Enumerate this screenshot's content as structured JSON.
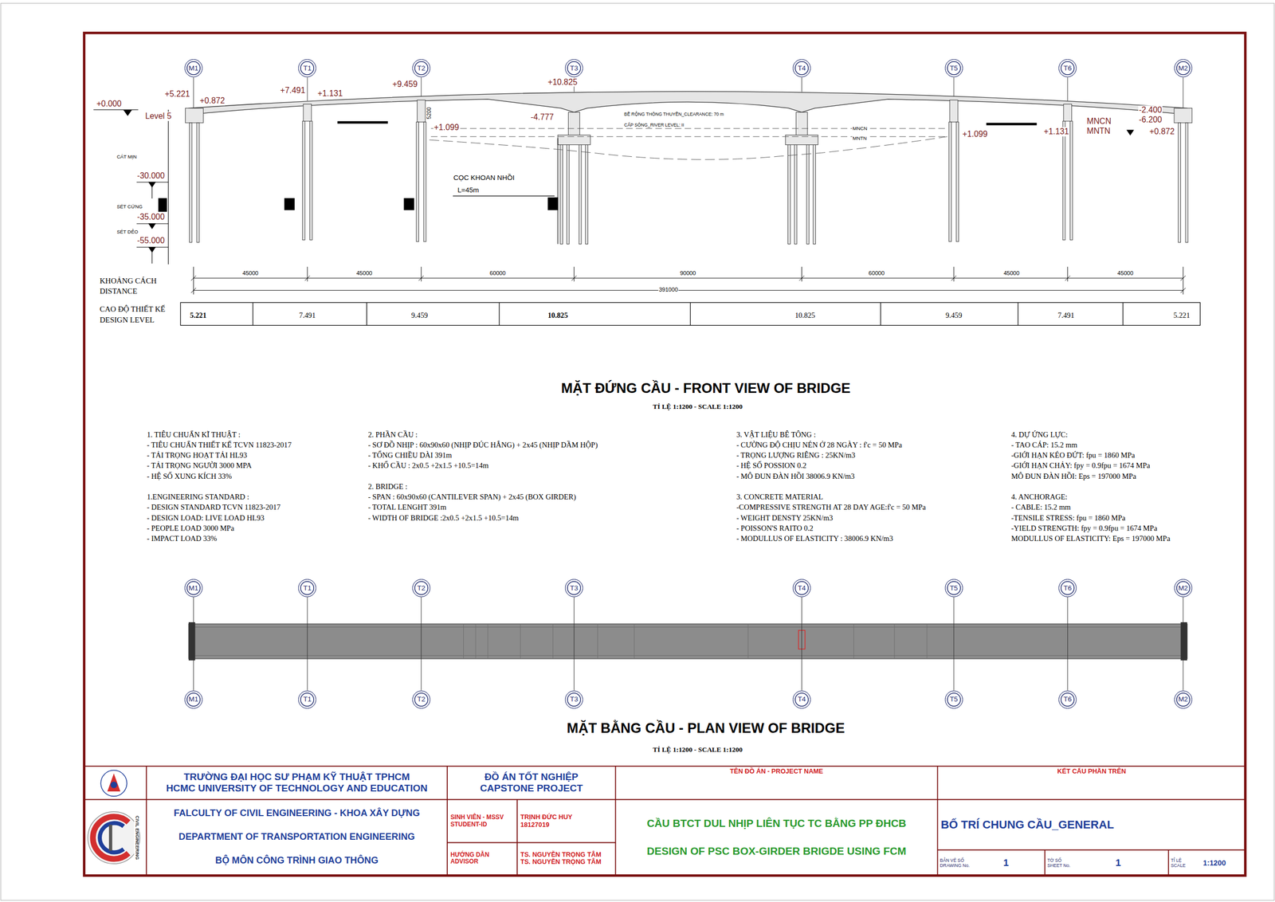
{
  "diagram": {
    "nodes": [
      {
        "text": [
          "M1"
        ]
      },
      {
        "text": [
          "T1"
        ]
      },
      {
        "text": [
          "T2"
        ]
      },
      {
        "text": [
          "T3"
        ]
      },
      {
        "text": [
          "T4"
        ]
      },
      {
        "text": [
          "T5"
        ]
      },
      {
        "text": [
          "T6"
        ]
      },
      {
        "text": [
          "M2"
        ]
      },
      {
        "text": [
          "M1"
        ]
      },
      {
        "text": [
          "T1"
        ]
      },
      {
        "text": [
          "T2"
        ]
      },
      {
        "text": [
          "T3"
        ]
      },
      {
        "text": [
          "T4"
        ]
      },
      {
        "text": [
          "T5"
        ]
      },
      {
        "text": [
          "T6"
        ]
      },
      {
        "text": [
          "M2"
        ]
      },
      {
        "text": [
          "M1"
        ]
      },
      {
        "text": [
          "T1"
        ]
      },
      {
        "text": [
          "T2"
        ]
      },
      {
        "text": [
          "T3"
        ]
      },
      {
        "text": [
          "T4"
        ]
      },
      {
        "text": [
          "T5"
        ]
      },
      {
        "text": [
          "T6"
        ]
      },
      {
        "text": [
          "M2"
        ]
      },
      {
        "text": [
          "TRƯỜNG ĐẠI HỌC SƯ PHẠM KỸ THUẬT TPHCM",
          "HCMC UNIVERSITY OF TECHNOLOGY AND EDUCATION"
        ]
      },
      {
        "text": [
          "ĐỒ ÁN TỐT NGHIỆP",
          "CAPSTONE PROJECT"
        ]
      },
      {
        "text": [
          "TÊN ĐỒ ÁN - PROJECT NAME"
        ]
      },
      {
        "text": [
          "KẾT CẤU PHẦN TRÊN"
        ]
      },
      {
        "text": [
          "FALCULTY OF CIVIL ENGINEERING - KHOA XÂY DỰNG",
          "DEPARTMENT OF TRANSPORTATION ENGINEERING",
          "BỘ MÔN CÔNG TRÌNH GIAO THÔNG"
        ]
      },
      {
        "text": [
          "SINH VIÊN - MSSV",
          "STUDENT-ID"
        ]
      },
      {
        "text": [
          "TRỊNH ĐỨC HUY",
          "18127019"
        ]
      },
      {
        "text": [
          "HƯỚNG DẪN",
          "ADVISOR"
        ]
      },
      {
        "text": [
          "TS. NGUYỄN TRỌNG TÂM",
          "TS. NGUYỄN TRỌNG TÂM"
        ]
      },
      {
        "text": [
          "CẦU BTCT DUL NHỊP LIÊN TỤC TC BẰNG PP ĐHCB",
          "DESIGN OF PSC BOX-GIRDER BRIGDE USING FCM"
        ]
      },
      {
        "text": [
          "BỐ TRÍ CHUNG CẦU_GENERAL"
        ]
      },
      {
        "text": [
          "BẢN VẼ SỐ",
          "DRAWING No.",
          "1"
        ]
      },
      {
        "text": [
          "TỜ SỐ",
          "SHEET No.",
          "1"
        ]
      },
      {
        "text": [
          "TỈ LỆ",
          "SCALE",
          "1:1200"
        ]
      }
    ],
    "edges": [
      {
        "from": 8,
        "to": 16,
        "arrow": "none"
      },
      {
        "from": 9,
        "to": 17,
        "arrow": "none"
      },
      {
        "from": 10,
        "to": 18,
        "arrow": "none"
      },
      {
        "from": 11,
        "to": 19,
        "arrow": "none"
      },
      {
        "from": 12,
        "to": 20,
        "arrow": "none"
      },
      {
        "from": 13,
        "to": 21,
        "arrow": "none"
      },
      {
        "from": 14,
        "to": 22,
        "arrow": "none"
      },
      {
        "from": 15,
        "to": 23,
        "arrow": "none"
      }
    ],
    "labels": [
      "+0.000",
      "Level 5",
      "+5.221",
      "+0.872",
      "+7.491",
      "+1.131",
      "+9.459",
      "5200",
      "+1.099",
      "+10.825",
      "-4.777",
      "BỀ RỘNG THÔNG THUYỀN_CLEARANCE: 70 m",
      "CẤP SÔNG_RIVER LEVEL: II",
      "MNCN",
      "MNTN",
      "+1.099",
      "+1.131",
      "MNCN",
      "MNTN",
      "-2.400",
      "-6.200",
      "+0.872",
      "CÁT MỊN",
      "-30.000",
      "SÉT CỨNG",
      "-35.000",
      "SÉT DẺO",
      "-55.000",
      "CỌC KHOAN NHỒI",
      "L=45m",
      "KHOẢNG CÁCH",
      "DISTANCE",
      "45000",
      "45000",
      "60000",
      "90000",
      "60000",
      "45000",
      "45000",
      "391000",
      "CAO ĐỘ THIẾT KẾ",
      "DESIGN LEVEL",
      "5.221",
      "7.491",
      "9.459",
      "10.825",
      "10.825",
      "9.459",
      "7.491",
      "5.221",
      "MẶT ĐỨNG CẦU - FRONT VIEW OF BRIDGE",
      "TỈ LỆ 1:1200 - SCALE 1:1200",
      "1. TIÊU CHUẨN KĨ THUẬT :",
      "- TIÊU CHUẨN THIẾT KẾ TCVN 11823-2017",
      "- TẢI TRỌNG HOẠT TẢI HL93",
      "- TẢI TRỌNG NGƯỜI 3000 MPA",
      "- HỆ SỐ XUNG KÍCH 33%",
      "1.ENGINEERING STANDARD :",
      "- DESIGN STANDARD TCVN 11823-2017",
      "- DESIGN LOAD: LIVE LOAD HL93",
      "- PEOPLE LOAD 3000 MPa",
      "- IMPACT LOAD 33%",
      "2. PHẦN CẦU :",
      "- SƠ ĐỒ NHỊP : 60x90x60 (NHỊP ĐÚC HẪNG) + 2x45 (NHỊP DẦM HỘP)",
      "- TỔNG CHIỀU DÀI 391m",
      "- KHỔ CẦU : 2x0.5 +2x1.5 +10.5=14m",
      "2. BRIDGE :",
      "- SPAN : 60x90x60 (CANTILEVER SPAN) + 2x45 (BOX GIRDER)",
      "- TOTAL LENGHT 391m",
      "- WIDTH OF BRIDGE :2x0.5 +2x1.5 +10.5=14m",
      "3. VẬT LIỆU BÊ TÔNG :",
      "- CƯỜNG ĐỘ CHỊU NÉN Ở 28 NGÀY : f'c = 50 MPa",
      "- TRỌNG LƯỢNG RIÊNG : 25KN/m3",
      "- HỆ SỐ POSSION 0.2",
      "- MÔ ĐUN ĐÀN HỒI 38006.9 KN/m3",
      "3. CONCRETE MATERIAL",
      "-COMPRESSIVE STRENGTH AT 28 DAY AGE:f'c = 50 MPa",
      "- WEIGHT DENSTY 25KN/m3",
      "- POISSON'S RAITO 0.2",
      "- MODULLUS OF ELASTICITY : 38006.9 KN/m3",
      "4. DỰ ỨNG LỰC:",
      "- TAO CÁP: 15.2 mm",
      "-GIỚI HẠN KÉO ĐỨT: fpu = 1860 MPa",
      "-GIỚI HẠN CHẢY: fpy = 0.9fpu = 1674 MPa",
      "MÔ ĐUN ĐÀN HỒI: Eps = 197000 MPa",
      "4. ANCHORAGE:",
      "- CABLE: 15.2 mm",
      "-TENSILE STRESS: fpu = 1860 MPa",
      "-YIELD STRENGTH: fpy = 0.9fpu = 1674 MPa",
      "MODULLUS OF ELASTICITY: Eps = 197000 MPa",
      "MẶT BẰNG CẦU - PLAN VIEW OF BRIDGE",
      "TỈ LỆ 1:1200 - SCALE 1:1200",
      "CIVIL ENGINEERING"
    ]
  }
}
